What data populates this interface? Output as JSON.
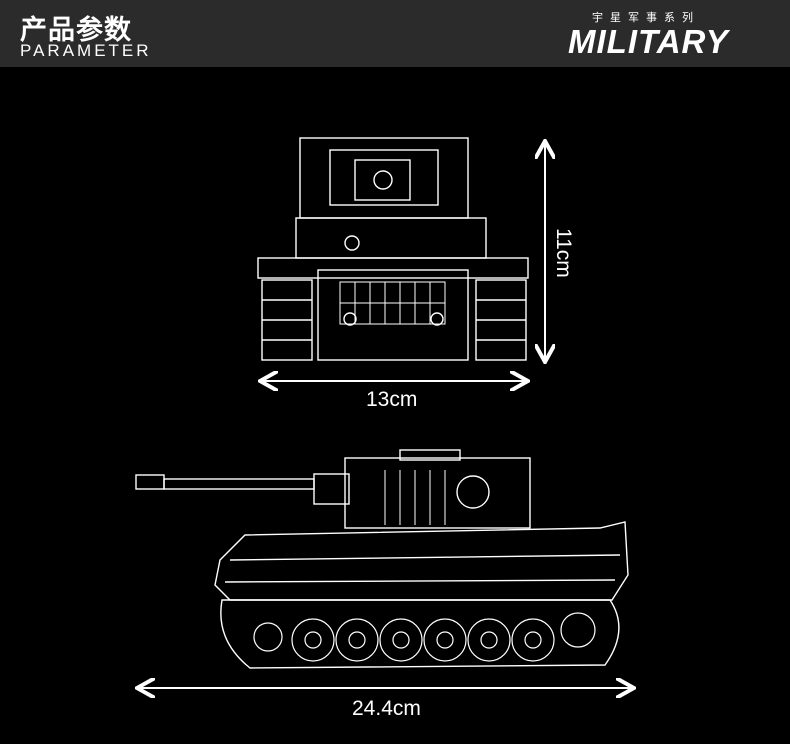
{
  "header": {
    "title_cn": "产品参数",
    "title_en": "PARAMETER"
  },
  "logo": {
    "series_cn": "宇星军事系列",
    "brand": "MILITARY"
  },
  "dimensions": {
    "height": "11cm",
    "width": "13cm",
    "length": "24.4cm"
  },
  "colors": {
    "header_bg": "#2b2b2b",
    "background": "#000000",
    "line": "#ffffff"
  }
}
